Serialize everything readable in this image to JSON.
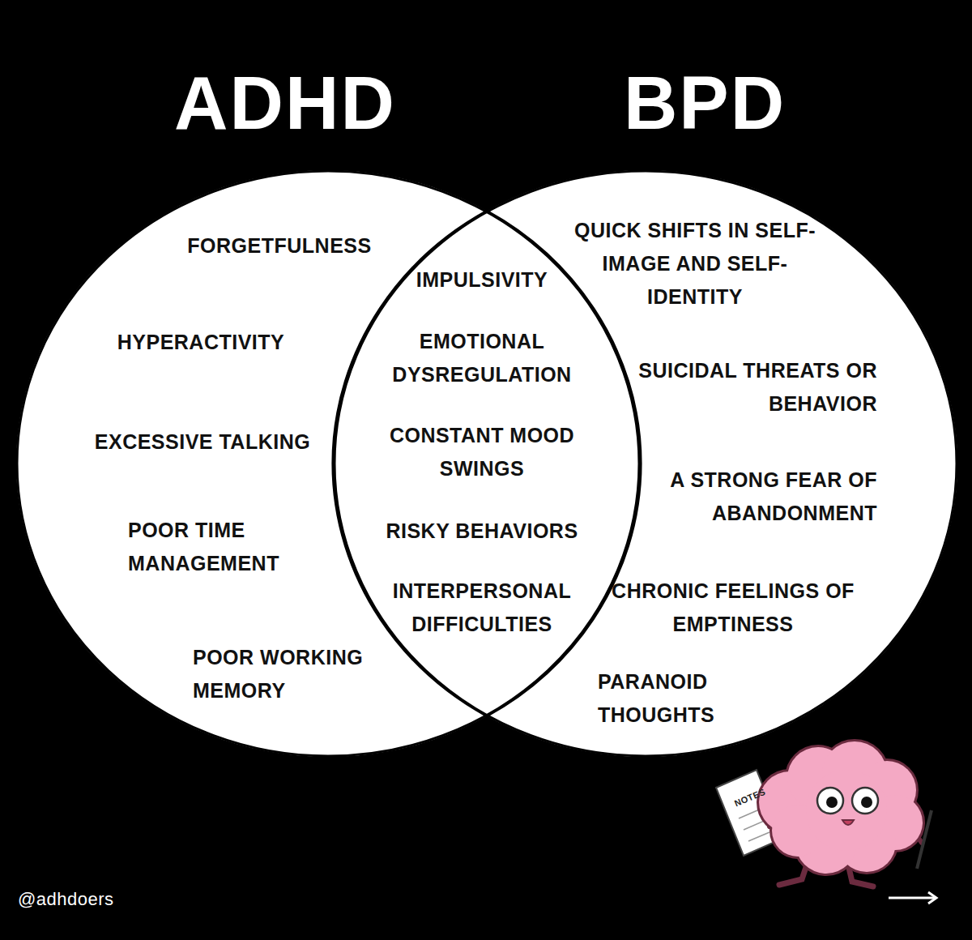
{
  "diagram": {
    "nodes": [
      {
        "text": [
          "ADHD",
          "FORGETFULNESS",
          "HYPERACTIVITY",
          "EXCESSIVE TALKING",
          "POOR TIME MANAGEMENT",
          "POOR WORKING MEMORY"
        ]
      },
      {
        "text": [
          "IMPULSIVITY",
          "EMOTIONAL DYSREGULATION",
          "CONSTANT MOOD SWINGS",
          "RISKY BEHAVIORS",
          "INTERPERSONAL DIFFICULTIES"
        ]
      },
      {
        "text": [
          "BPD",
          "QUICK SHIFTS IN SELF-IMAGE AND SELF-IDENTITY",
          "SUICIDAL THREATS OR BEHAVIOR",
          "A STRONG FEAR OF ABANDONMENT",
          "CHRONIC FEELINGS OF EMPTINESS",
          "PARANOID THOUGHTS"
        ]
      }
    ],
    "labels": [
      "@adhdoers",
      "NOTES"
    ]
  }
}
